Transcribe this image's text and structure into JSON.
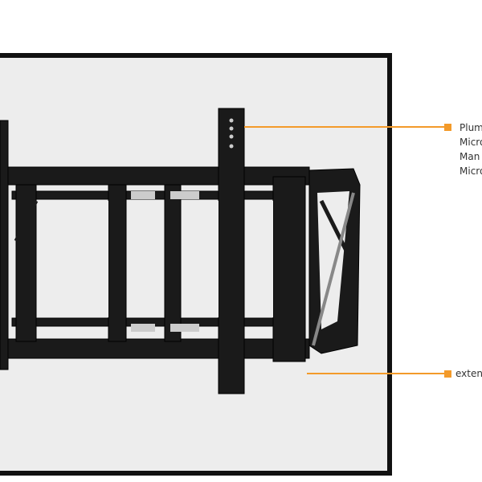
{
  "callouts": {
    "top": {
      "lines": [
        "Plum",
        "Micro",
        "Man",
        "Micro"
      ]
    },
    "bottom": {
      "lines": [
        "exten"
      ]
    }
  },
  "colors": {
    "accent": "#f39a2a",
    "frame": "#111111",
    "screen": "#ededed"
  }
}
